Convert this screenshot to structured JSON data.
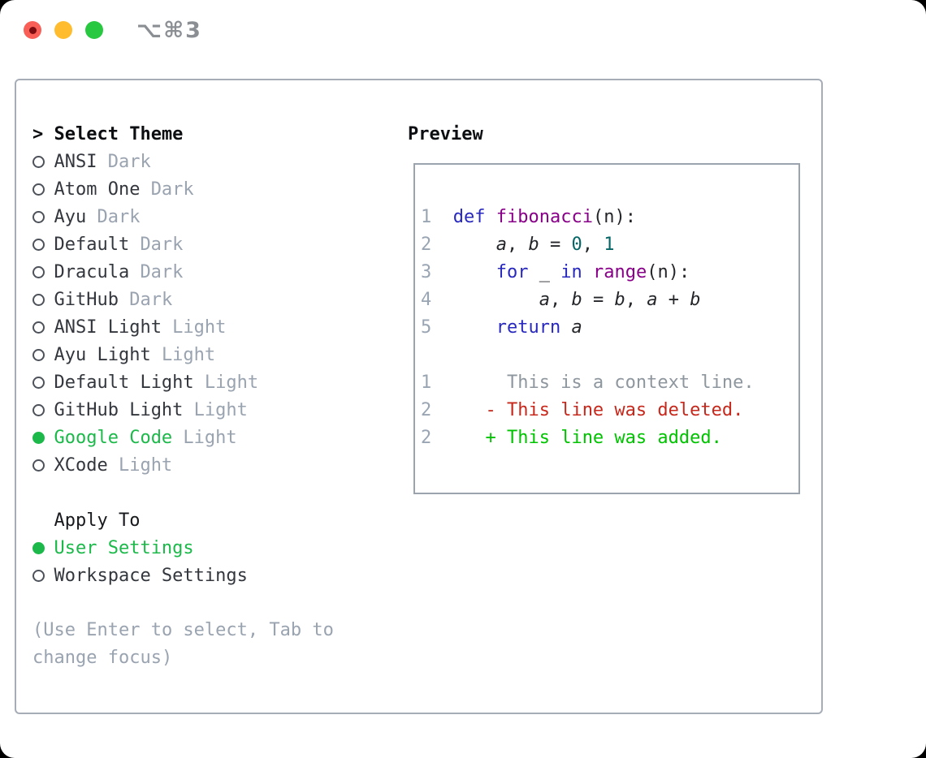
{
  "window": {
    "title": "⌥⌘3"
  },
  "colors": {
    "accent_green": "#1cb94a",
    "kw": "#2828be",
    "fn": "#880088",
    "num_lit": "#066666",
    "pl": "#24262a",
    "var": "#24262a",
    "ctx": "#8e969e",
    "del": "#c6281c",
    "add": "#00c300",
    "ln": "#9aa5b3",
    "muted": "#9aa3b0",
    "traffic_red": "#f95f57",
    "traffic_yellow": "#febc2e",
    "traffic_green": "#28c840"
  },
  "theme_picker": {
    "header": {
      "marker": ">",
      "label": "Select Theme"
    },
    "items": [
      {
        "label": "ANSI",
        "variant": "Dark",
        "selected": false
      },
      {
        "label": "Atom One",
        "variant": "Dark",
        "selected": false
      },
      {
        "label": "Ayu",
        "variant": "Dark",
        "selected": false
      },
      {
        "label": "Default",
        "variant": "Dark",
        "selected": false
      },
      {
        "label": "Dracula",
        "variant": "Dark",
        "selected": false
      },
      {
        "label": "GitHub",
        "variant": "Dark",
        "selected": false
      },
      {
        "label": "ANSI Light",
        "variant": "Light",
        "selected": false
      },
      {
        "label": "Ayu Light",
        "variant": "Light",
        "selected": false
      },
      {
        "label": "Default Light",
        "variant": "Light",
        "selected": false
      },
      {
        "label": "GitHub Light",
        "variant": "Light",
        "selected": false
      },
      {
        "label": "Google Code",
        "variant": "Light",
        "selected": true
      },
      {
        "label": "XCode",
        "variant": "Light",
        "selected": false
      }
    ],
    "apply_to": {
      "label": "Apply To",
      "options": [
        {
          "label": "User Settings",
          "selected": true
        },
        {
          "label": "Workspace Settings",
          "selected": false
        }
      ]
    },
    "hint": "(Use Enter to select, Tab to change focus)"
  },
  "preview": {
    "label": "Preview",
    "code_lines": [
      {
        "num": "1",
        "tokens": [
          {
            "t": "def",
            "c": "kw"
          },
          {
            "t": " ",
            "c": "pl"
          },
          {
            "t": "fibonacci",
            "c": "fn"
          },
          {
            "t": "(n):",
            "c": "pl"
          }
        ]
      },
      {
        "num": "2",
        "tokens": [
          {
            "t": "    ",
            "c": "pl"
          },
          {
            "t": "a",
            "c": "var"
          },
          {
            "t": ", ",
            "c": "pl"
          },
          {
            "t": "b",
            "c": "var"
          },
          {
            "t": " = ",
            "c": "pl"
          },
          {
            "t": "0",
            "c": "num"
          },
          {
            "t": ", ",
            "c": "pl"
          },
          {
            "t": "1",
            "c": "num"
          }
        ]
      },
      {
        "num": "3",
        "tokens": [
          {
            "t": "    ",
            "c": "pl"
          },
          {
            "t": "for",
            "c": "kw"
          },
          {
            "t": " _ ",
            "c": "pl"
          },
          {
            "t": "in",
            "c": "kw"
          },
          {
            "t": " ",
            "c": "pl"
          },
          {
            "t": "range",
            "c": "fn"
          },
          {
            "t": "(n):",
            "c": "pl"
          }
        ]
      },
      {
        "num": "4",
        "tokens": [
          {
            "t": "        ",
            "c": "pl"
          },
          {
            "t": "a",
            "c": "var"
          },
          {
            "t": ", ",
            "c": "pl"
          },
          {
            "t": "b",
            "c": "var"
          },
          {
            "t": " = ",
            "c": "pl"
          },
          {
            "t": "b",
            "c": "var"
          },
          {
            "t": ", ",
            "c": "pl"
          },
          {
            "t": "a",
            "c": "var"
          },
          {
            "t": " + ",
            "c": "pl"
          },
          {
            "t": "b",
            "c": "var"
          }
        ]
      },
      {
        "num": "5",
        "tokens": [
          {
            "t": "    ",
            "c": "pl"
          },
          {
            "t": "return",
            "c": "kw"
          },
          {
            "t": " ",
            "c": "pl"
          },
          {
            "t": "a",
            "c": "var"
          }
        ]
      },
      {
        "num": "",
        "tokens": []
      },
      {
        "num": "1",
        "tokens": [
          {
            "t": "     This is a context line.",
            "c": "ctx"
          }
        ]
      },
      {
        "num": "2",
        "tokens": [
          {
            "t": "   ",
            "c": "pl"
          },
          {
            "t": "- This line was deleted.",
            "c": "del"
          }
        ]
      },
      {
        "num": "2",
        "tokens": [
          {
            "t": "   ",
            "c": "pl"
          },
          {
            "t": "+ This line was added.",
            "c": "add"
          }
        ]
      }
    ]
  }
}
